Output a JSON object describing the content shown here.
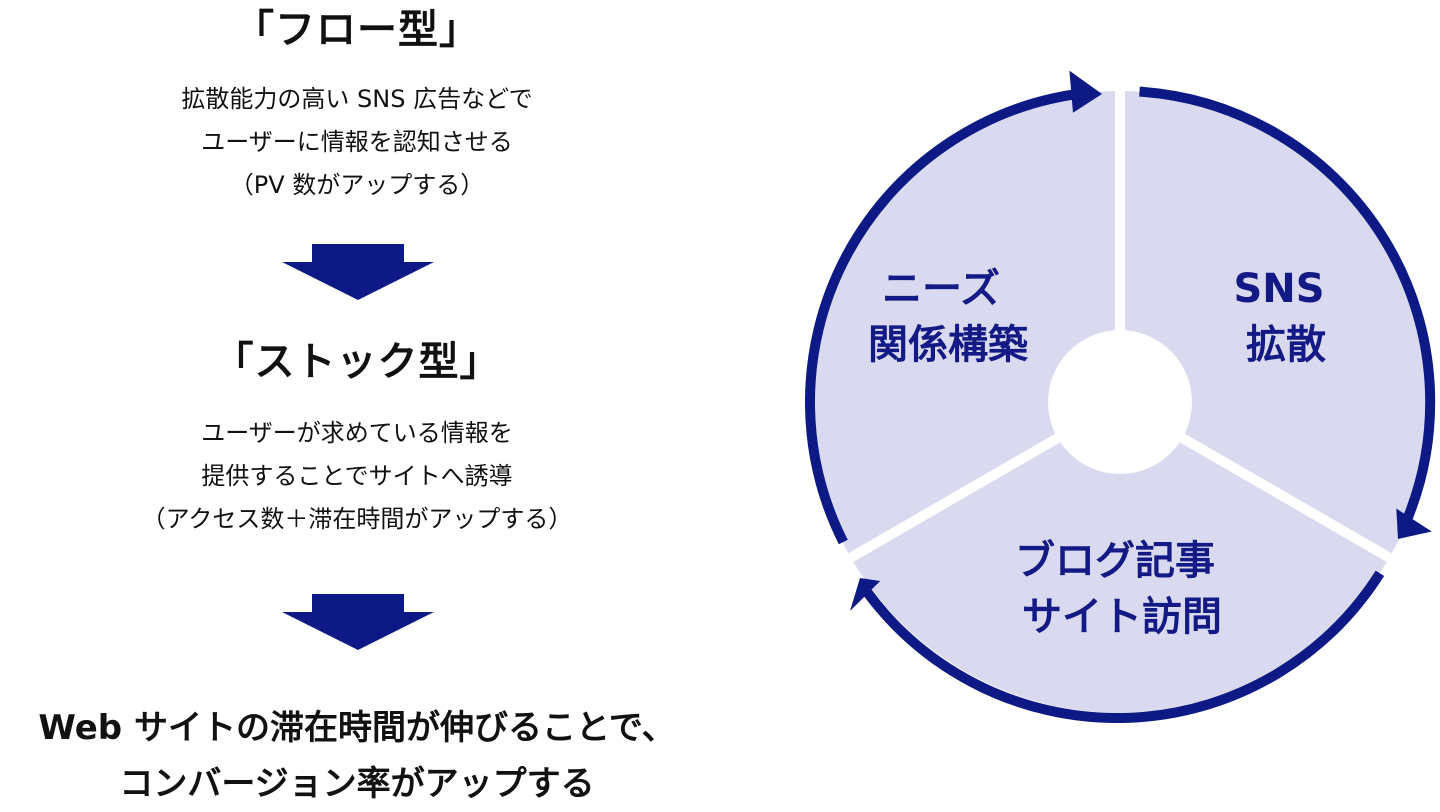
{
  "flow": {
    "heading": "「フロー型」",
    "lines": [
      "拡散能力の高い SNS 広告などで",
      "ユーザーに情報を認知させる",
      "（PV 数がアップする）"
    ]
  },
  "stock": {
    "heading": "「ストック型」",
    "lines": [
      "ユーザーが求めている情報を",
      "提供することでサイトへ誘導",
      "（アクセス数＋滞在時間がアップする）"
    ]
  },
  "conclusion": {
    "lines": [
      "Web サイトの滞在時間が伸びることで、",
      "コンバージョン率がアップする"
    ]
  },
  "cycle": {
    "segments": [
      {
        "label_lines": [
          "SNS",
          "拡散"
        ]
      },
      {
        "label_lines": [
          "ブログ記事",
          "サイト訪問"
        ]
      },
      {
        "label_lines": [
          "ニーズ",
          "関係構築"
        ]
      }
    ]
  },
  "colors": {
    "accent_navy": "#0d1a85",
    "segment_fill": "#d9d9ef",
    "label_navy": "#131a85",
    "text_black": "#111111"
  },
  "icons": {
    "flow_arrow": "down-arrow-icon",
    "cycle_arrow": "curved-arrow-icon"
  }
}
